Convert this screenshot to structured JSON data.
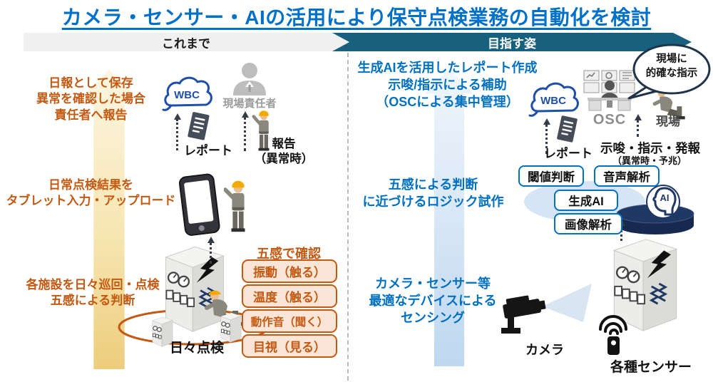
{
  "title": "カメラ・センサー・AIの活用により保守点検業務の自動化を検討",
  "header": {
    "left": "これまで",
    "right": "目指す姿"
  },
  "colors": {
    "title_blue": "#0070C8",
    "band_blue": "#17617F",
    "orange_text": "#C45911",
    "orange_box_fill": "#FBE5D6",
    "blue_text": "#0070C0",
    "navy": "#1F3864",
    "arrow_yellow": "#EDCD7C",
    "arrow_blue": "#BED8EF"
  },
  "left": {
    "notes": [
      "日報として保存\n異常を確認した場合\n責任者へ報告",
      "日常点検結果を\nタブレット入力・アップロード",
      "各施設を日々巡回・点検\n五感による判断"
    ],
    "wbc_label": "WBC",
    "manager_label": "現場責任者",
    "report_label": "レポート",
    "notify_label": "報告\n（異常時）",
    "daily_label": "日々点検",
    "senses_title": "五感で確認",
    "senses": [
      "振動（触る）",
      "温度（触る）",
      "動作音（聞く）",
      "目視（見る）"
    ]
  },
  "right": {
    "notes": [
      "生成AIを活用したレポート作成\n示唆/指示による補助\n（OSCによる集中管理）",
      "五感による判断\nに近づけるロジック試作",
      "カメラ・センサー等\n最適なデバイスによる\nセンシング"
    ],
    "wbc_label": "WBC",
    "osc_label": "OSC",
    "site_label": "現場",
    "bubble_text": "現場に\n的確な指示",
    "report_label": "レポート",
    "alert_title": "示唆・指示・発報",
    "alert_sub": "（異常時・予兆）",
    "ai_boxes": [
      "閾値判断",
      "音声解析",
      "生成AI",
      "画像解析"
    ],
    "ai_head_label": "AI",
    "camera_label": "カメラ",
    "sensor_label": "各種センサー"
  }
}
